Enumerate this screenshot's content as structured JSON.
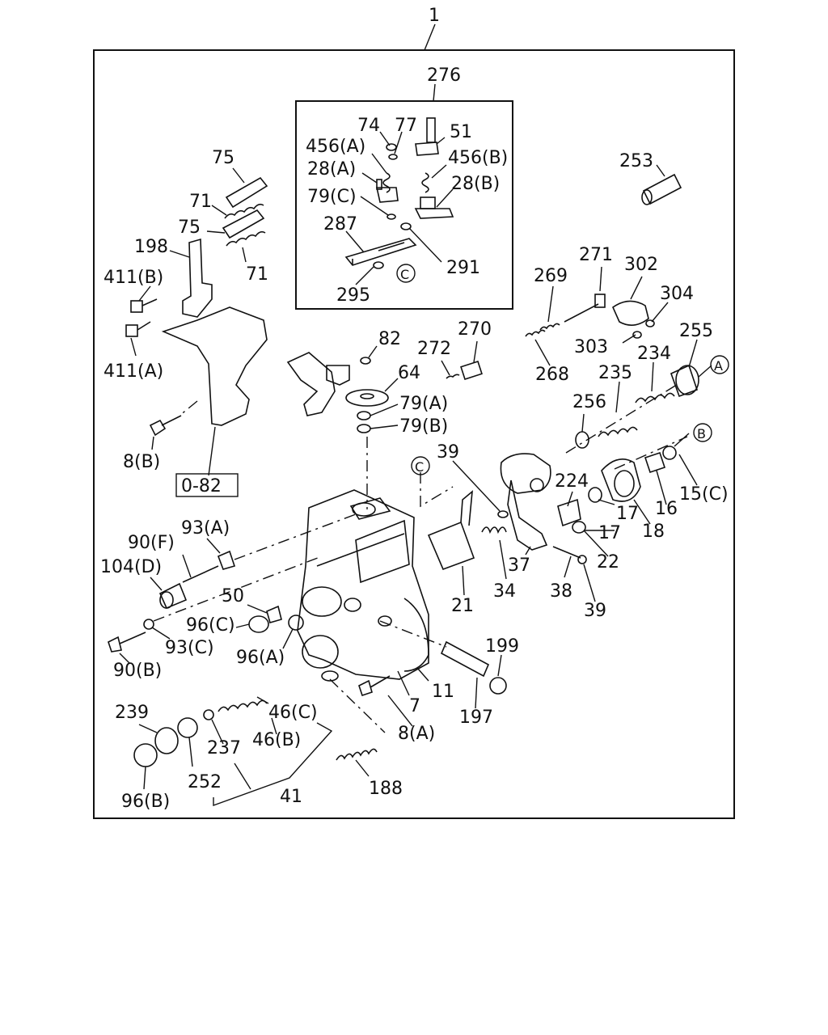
{
  "diagram": {
    "assembly_callout": "1",
    "inset_callout": "276",
    "labels": {
      "l74": "74",
      "l77": "77",
      "l51": "51",
      "l456a": "456(A)",
      "l456b": "456(B)",
      "l28a": "28(A)",
      "l28b": "28(B)",
      "l79c": "79(C)",
      "l287": "287",
      "l291": "291",
      "l295": "295",
      "circ_c_inset": "C",
      "l253": "253",
      "l75a": "75",
      "l71a": "71",
      "l75b": "75",
      "l71b": "71",
      "l198": "198",
      "l411b": "411(B)",
      "l411a": "411(A)",
      "l8b": "8(B)",
      "ref082": "0-82",
      "l82": "82",
      "l64": "64",
      "l79a": "79(A)",
      "l79b": "79(B)",
      "l272": "272",
      "l270": "270",
      "l269": "269",
      "l271": "271",
      "l302": "302",
      "l304": "304",
      "l268": "268",
      "l303": "303",
      "l234": "234",
      "l255": "255",
      "circ_a": "A",
      "l235": "235",
      "l256": "256",
      "l39a": "39",
      "circ_c": "C",
      "circ_b": "B",
      "l224": "224",
      "l17a": "17",
      "l17b": "17",
      "l16": "16",
      "l15c": "15(C)",
      "l18": "18",
      "l22": "22",
      "l37": "37",
      "l34": "34",
      "l38": "38",
      "l39b": "39",
      "l21": "21",
      "l93a": "93(A)",
      "l90f": "90(F)",
      "l104d": "104(D)",
      "l50": "50",
      "l96c": "96(C)",
      "l93c": "93(C)",
      "l96a": "96(A)",
      "l90b": "90(B)",
      "l199": "199",
      "l11": "11",
      "l7": "7",
      "l197": "197",
      "l8a": "8(A)",
      "l239": "239",
      "l46c": "46(C)",
      "l46b": "46(B)",
      "l237": "237",
      "l252": "252",
      "l96b": "96(B)",
      "l41": "41",
      "l188": "188"
    }
  }
}
